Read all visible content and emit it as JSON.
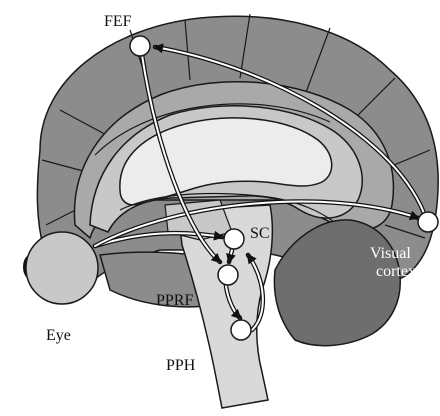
{
  "labels": {
    "fef": "FEF",
    "sc": "SC",
    "visual_line1": "Visual",
    "visual_line2": "cortex",
    "pprf": "PPRF",
    "eye": "Eye",
    "pph": "PPH"
  },
  "colors": {
    "outer_cortex": "#8c8c8c",
    "cingulate": "#a9a9a9",
    "inner_band": "#c8c8c8",
    "ventricle": "#ececec",
    "brainstem": "#d9d9d9",
    "cerebellum": "#6e6e6e",
    "outline": "#1a1a1a",
    "node_fill": "#ffffff"
  }
}
